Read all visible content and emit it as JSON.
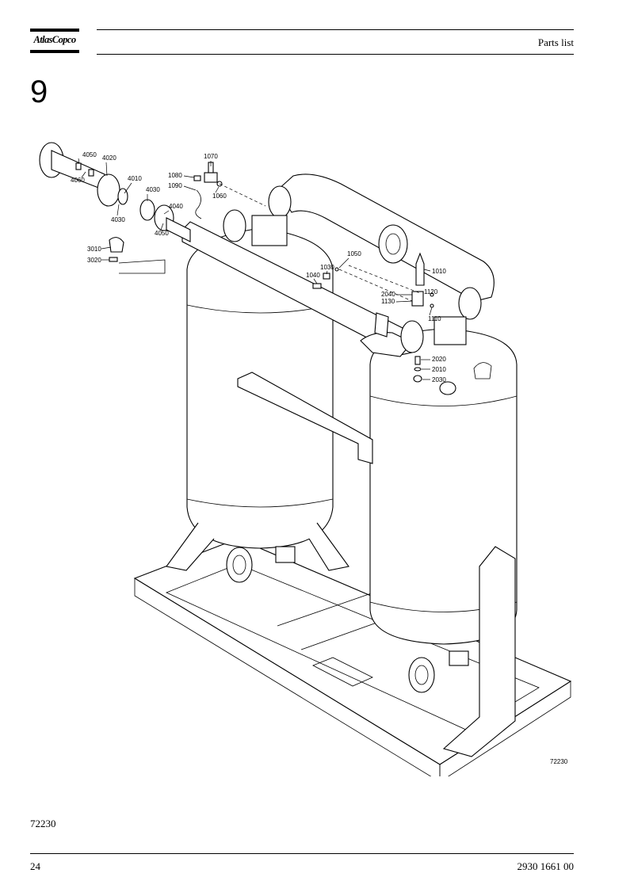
{
  "header": {
    "logo_text": "AtlasCopco",
    "title": "Parts list"
  },
  "section_number": "9",
  "drawing": {
    "drawing_id": "72230",
    "callouts": [
      {
        "id": "4050",
        "label": "4050"
      },
      {
        "id": "4020",
        "label": "4020"
      },
      {
        "id": "4060",
        "label": "4060"
      },
      {
        "id": "4010",
        "label": "4010"
      },
      {
        "id": "4030a",
        "label": "4030"
      },
      {
        "id": "4030b",
        "label": "4030"
      },
      {
        "id": "4040",
        "label": "4040"
      },
      {
        "id": "4050b",
        "label": "4050"
      },
      {
        "id": "1070",
        "label": "1070"
      },
      {
        "id": "1080",
        "label": "1080"
      },
      {
        "id": "1090",
        "label": "1090"
      },
      {
        "id": "1060",
        "label": "1060"
      },
      {
        "id": "3010",
        "label": "3010"
      },
      {
        "id": "3020",
        "label": "3020"
      },
      {
        "id": "1050",
        "label": "1050"
      },
      {
        "id": "1030",
        "label": "1030"
      },
      {
        "id": "1040",
        "label": "1040"
      },
      {
        "id": "1010",
        "label": "1010"
      },
      {
        "id": "2040",
        "label": "2040"
      },
      {
        "id": "1130",
        "label": "1130"
      },
      {
        "id": "1120",
        "label": "1120"
      },
      {
        "id": "1110",
        "label": "1110"
      },
      {
        "id": "2020",
        "label": "2020"
      },
      {
        "id": "2010",
        "label": "2010"
      },
      {
        "id": "2030",
        "label": "2030"
      }
    ]
  },
  "caption": "72230",
  "footer": {
    "page_number": "24",
    "document_number": "2930 1661 00"
  }
}
